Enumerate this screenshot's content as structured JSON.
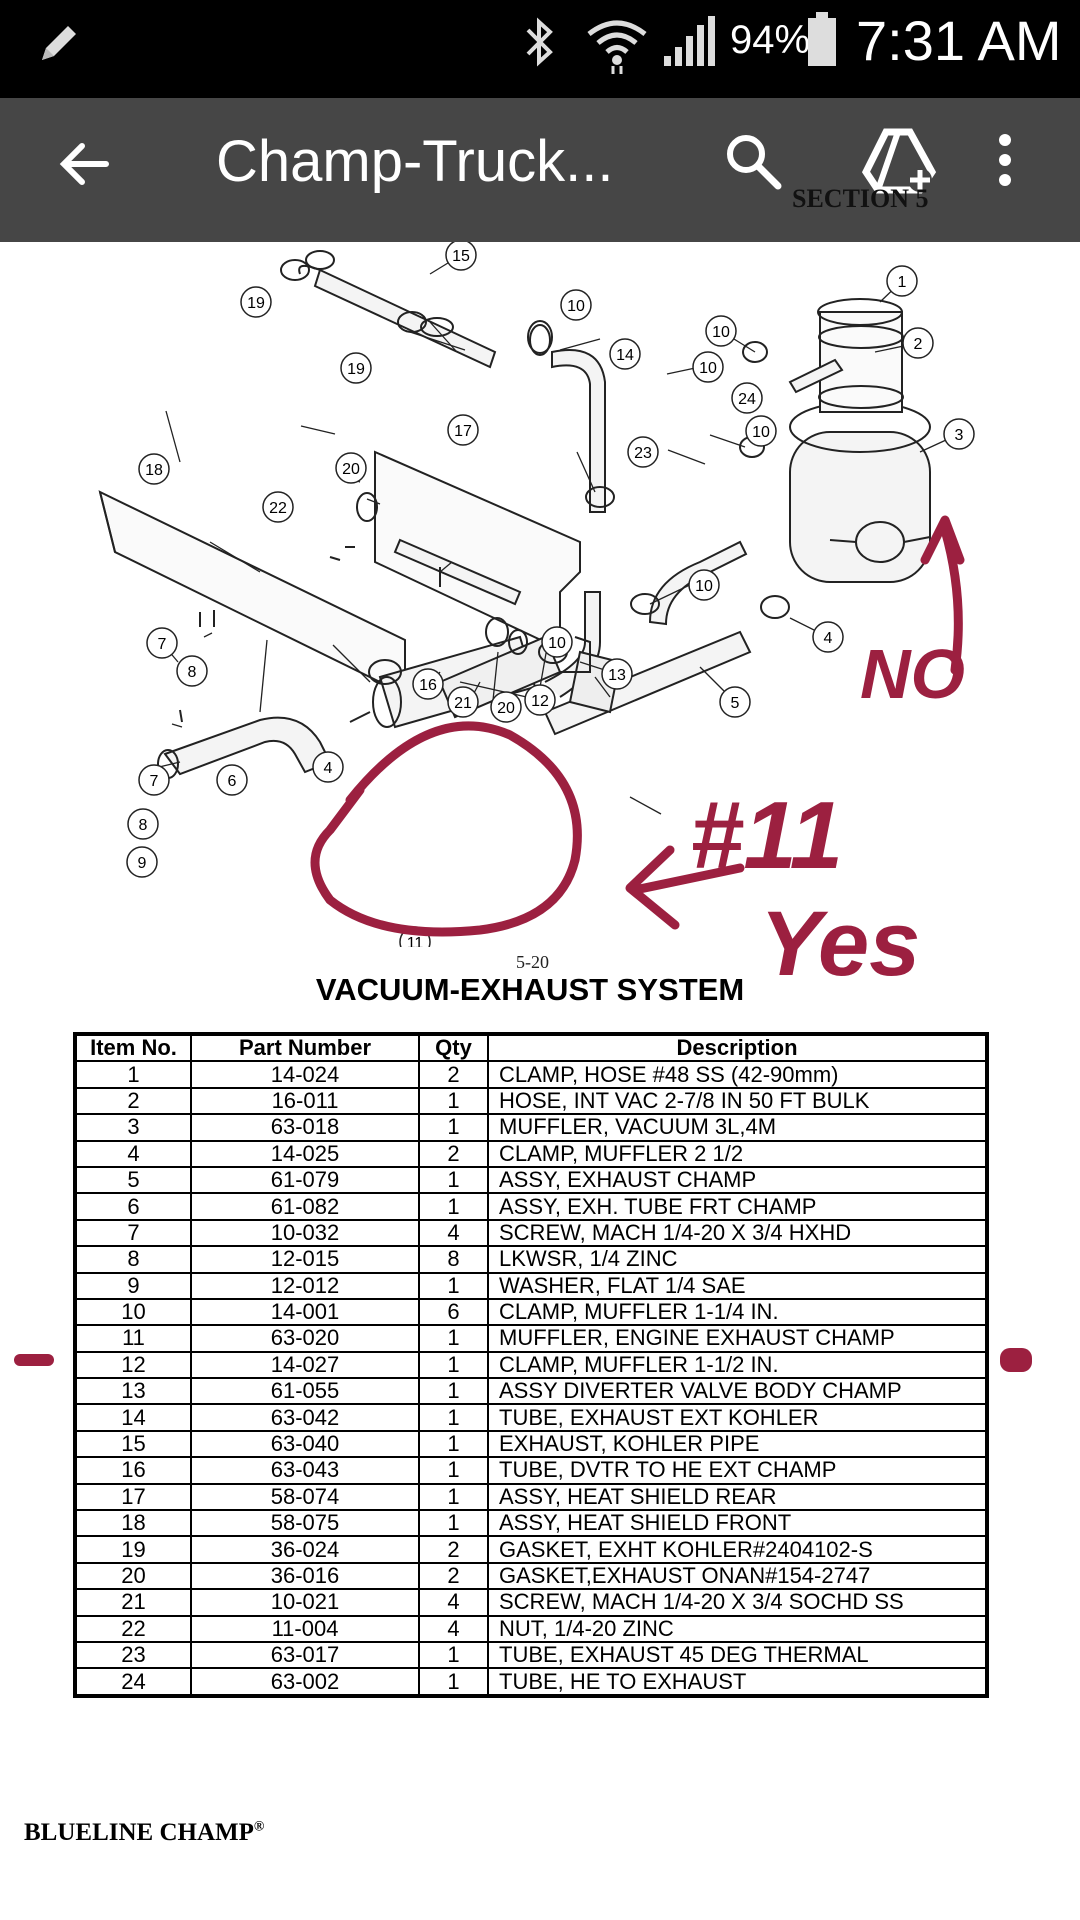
{
  "status_bar": {
    "battery_percent": "94%",
    "time": "7:31 AM"
  },
  "app_bar": {
    "title": "Champ-Truck...",
    "icons": [
      "back-arrow-icon",
      "search-icon",
      "drive-add-icon",
      "more-vert-icon"
    ]
  },
  "document": {
    "section_label": "SECTION 5",
    "page_number": "5-20",
    "system_title": "VACUUM-EXHAUST SYSTEM",
    "callout_numbers": [
      "1",
      "2",
      "3",
      "4",
      "4",
      "5",
      "6",
      "7",
      "7",
      "8",
      "8",
      "9",
      "10",
      "10",
      "10",
      "10",
      "10",
      "10",
      "11",
      "12",
      "13",
      "14",
      "15",
      "16",
      "17",
      "18",
      "19",
      "19",
      "20",
      "20",
      "21",
      "22",
      "23",
      "24"
    ],
    "table": {
      "headers": [
        "Item No.",
        "Part Number",
        "Qty",
        "Description"
      ],
      "rows": [
        [
          "1",
          "14-024",
          "2",
          "CLAMP, HOSE #48 SS (42-90mm)"
        ],
        [
          "2",
          "16-011",
          "1",
          "HOSE, INT VAC 2-7/8 IN 50 FT BULK"
        ],
        [
          "3",
          "63-018",
          "1",
          "MUFFLER, VACUUM 3L,4M"
        ],
        [
          "4",
          "14-025",
          "2",
          "CLAMP, MUFFLER 2 1/2"
        ],
        [
          "5",
          "61-079",
          "1",
          "ASSY, EXHAUST CHAMP"
        ],
        [
          "6",
          "61-082",
          "1",
          "ASSY, EXH. TUBE FRT CHAMP"
        ],
        [
          "7",
          "10-032",
          "4",
          "SCREW, MACH 1/4-20 X 3/4 HXHD"
        ],
        [
          "8",
          "12-015",
          "8",
          "LKWSR, 1/4 ZINC"
        ],
        [
          "9",
          "12-012",
          "1",
          "WASHER, FLAT 1/4 SAE"
        ],
        [
          "10",
          "14-001",
          "6",
          "CLAMP, MUFFLER 1-1/4 IN."
        ],
        [
          "11",
          "63-020",
          "1",
          "MUFFLER, ENGINE EXHAUST CHAMP"
        ],
        [
          "12",
          "14-027",
          "1",
          "CLAMP, MUFFLER 1-1/2 IN."
        ],
        [
          "13",
          "61-055",
          "1",
          "ASSY DIVERTER VALVE BODY CHAMP"
        ],
        [
          "14",
          "63-042",
          "1",
          "TUBE, EXHAUST EXT KOHLER"
        ],
        [
          "15",
          "63-040",
          "1",
          "EXHAUST, KOHLER PIPE"
        ],
        [
          "16",
          "63-043",
          "1",
          "TUBE, DVTR TO HE EXT CHAMP"
        ],
        [
          "17",
          "58-074",
          "1",
          "ASSY, HEAT SHIELD REAR"
        ],
        [
          "18",
          "58-075",
          "1",
          "ASSY, HEAT SHIELD FRONT"
        ],
        [
          "19",
          "36-024",
          "2",
          "GASKET, EXHT KOHLER#2404102-S"
        ],
        [
          "20",
          "36-016",
          "2",
          "GASKET,EXHAUST ONAN#154-2747"
        ],
        [
          "21",
          "10-021",
          "4",
          "SCREW, MACH 1/4-20 X 3/4 SOCHD SS"
        ],
        [
          "22",
          "11-004",
          "4",
          "NUT, 1/4-20 ZINC"
        ],
        [
          "23",
          "63-017",
          "1",
          "TUBE, EXHAUST 45 DEG THERMAL"
        ],
        [
          "24",
          "63-002",
          "1",
          "TUBE, HE TO EXHAUST"
        ]
      ]
    },
    "footer_brand": "BLUELINE CHAMP",
    "footer_mark": "®"
  },
  "annotations": {
    "no_text": "NO",
    "yes_number": "#11",
    "yes_text": "Yes",
    "ink_color": "#9c2040"
  }
}
